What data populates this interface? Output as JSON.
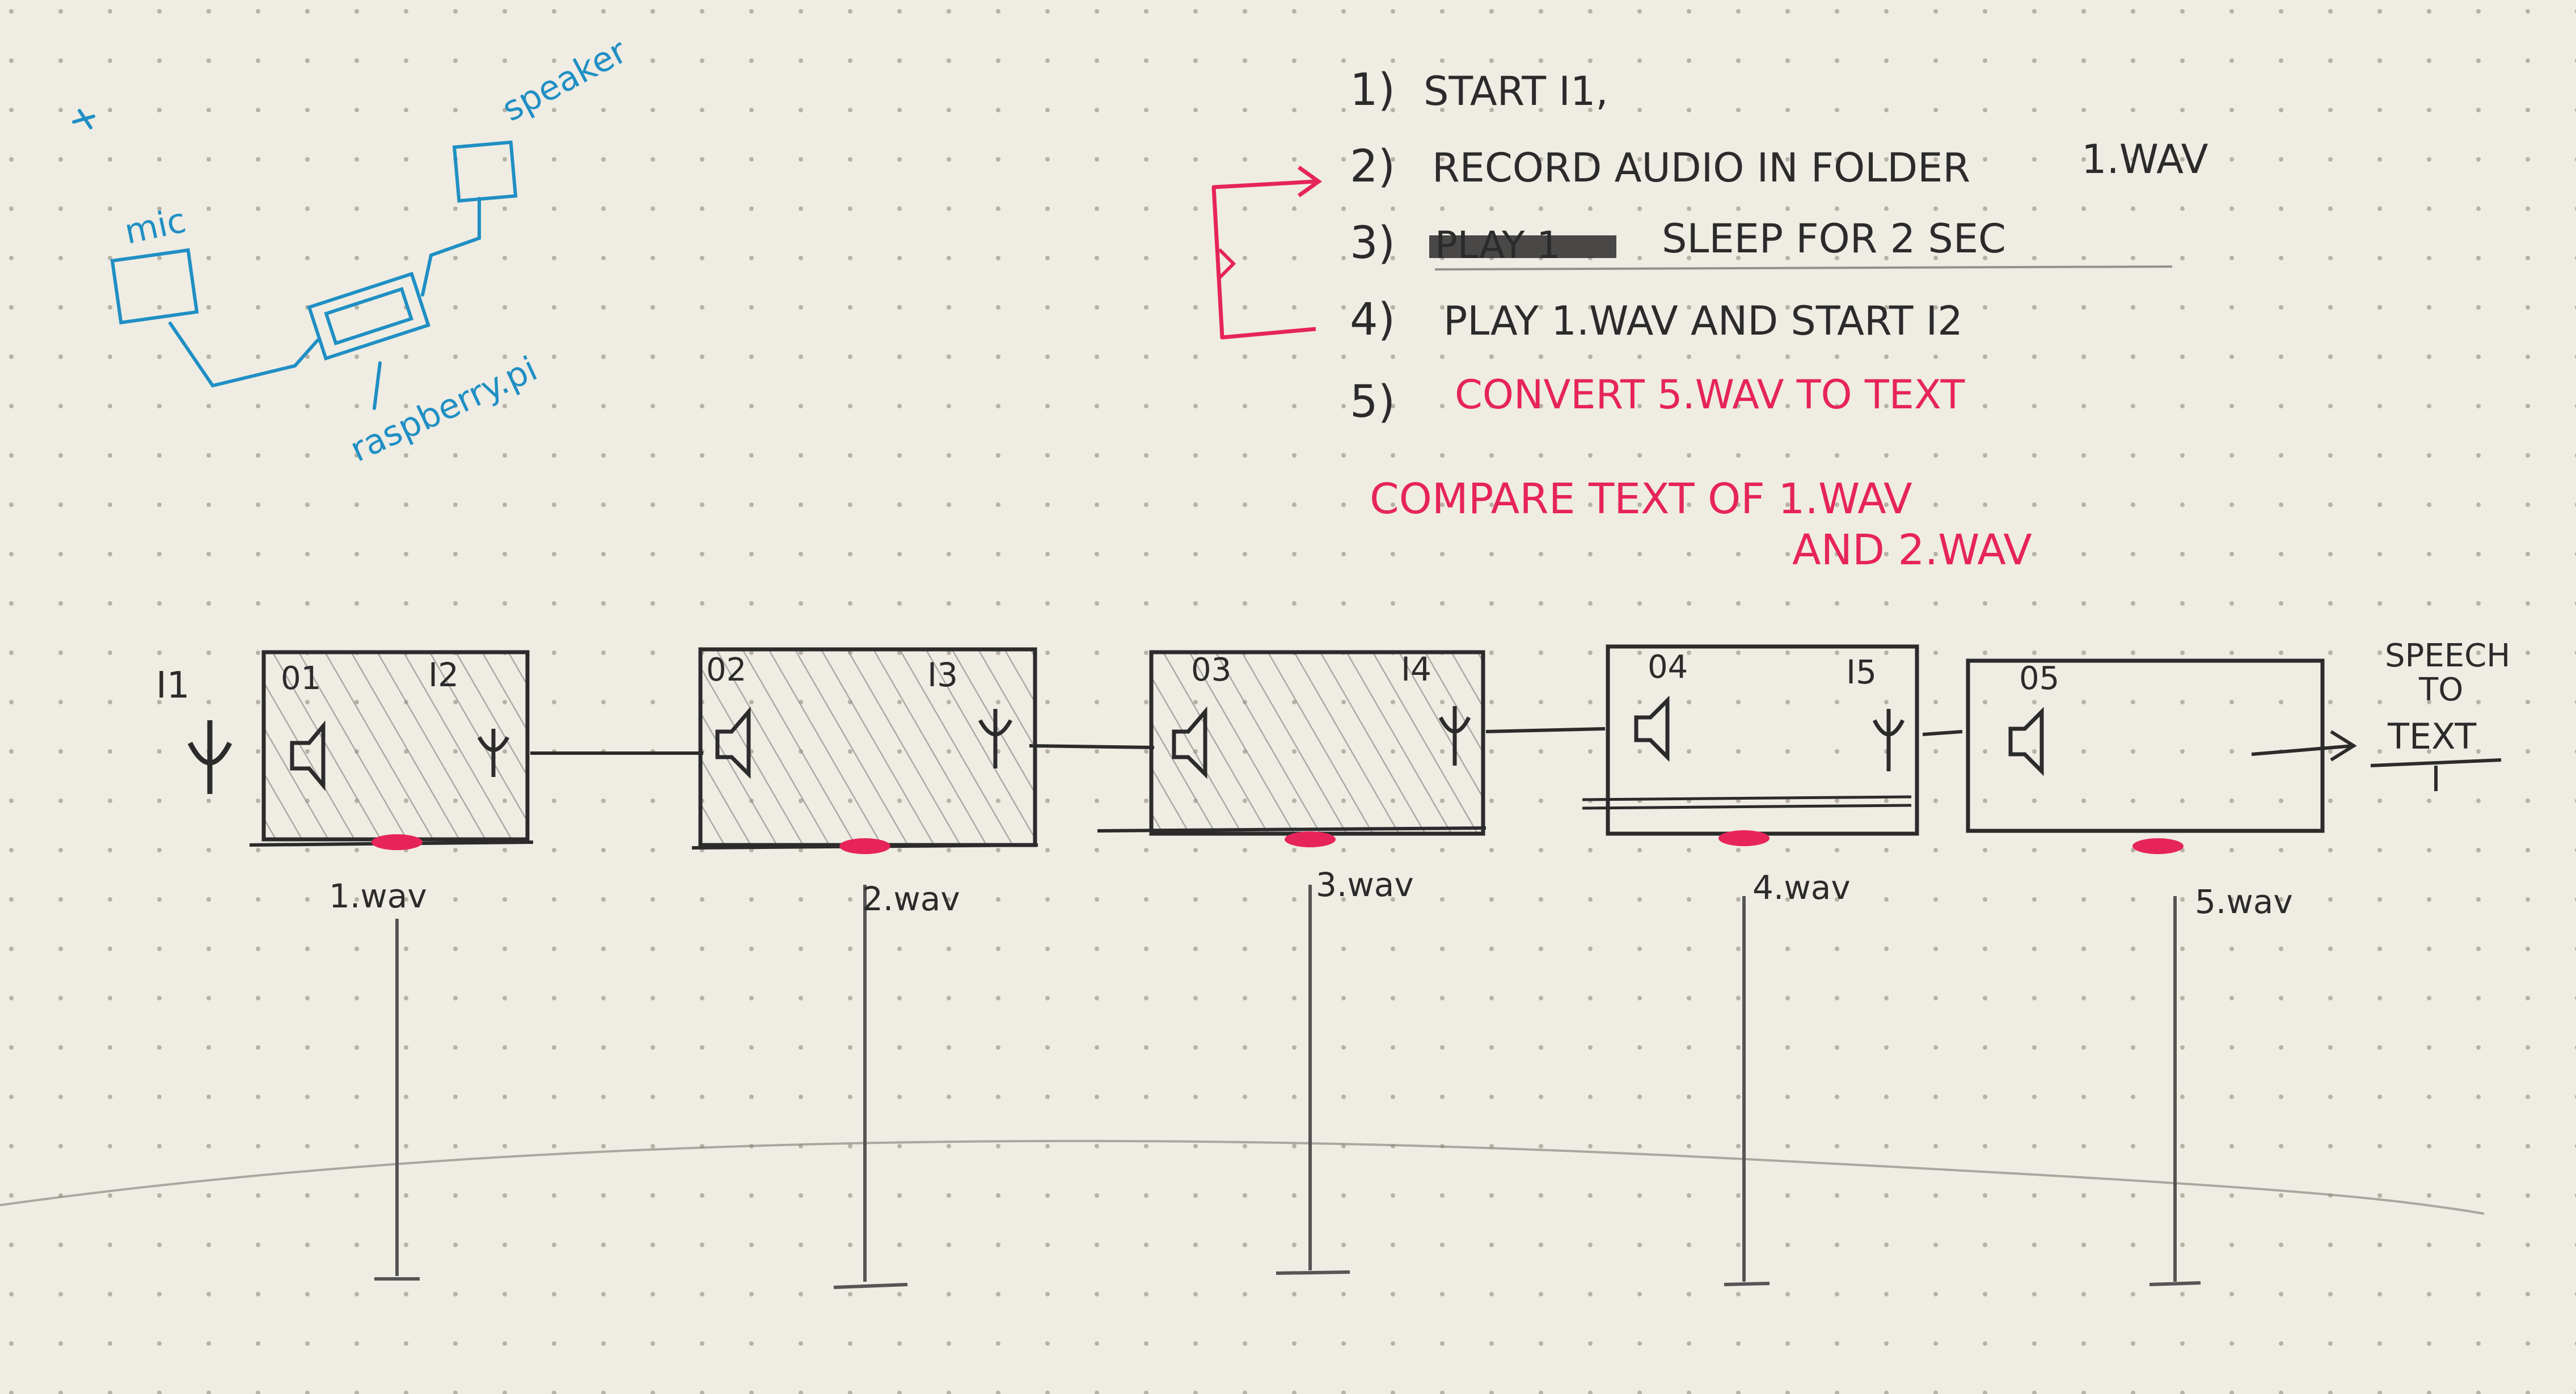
{
  "colors": {
    "paper": "#efece3",
    "dot": "#b7b2a6",
    "pencil": "#2b2b2b",
    "pencil_light": "#555555",
    "blue_ink": "#1f8fc4",
    "pink_ink": "#e6245a",
    "hatch": "#8f8f8f"
  },
  "sketch": {
    "labels": {
      "mic": "mic",
      "speaker": "speaker",
      "raspberry_pi": "raspberry.pi"
    }
  },
  "steps": [
    {
      "number": "1)",
      "text": "START I1,"
    },
    {
      "number": "2)",
      "text": "RECORD AUDIO IN FOLDER",
      "suffix": "1.WAV"
    },
    {
      "number": "3)",
      "struck": "PLAY 1",
      "text": "SLEEP FOR 2 SEC"
    },
    {
      "number": "4)",
      "text": "PLAY 1.WAV AND START I2"
    },
    {
      "number": "5)",
      "text": "CONVERT 5.WAV TO TEXT"
    }
  ],
  "compare": {
    "line1": "COMPARE TEXT OF 1.WAV",
    "line2": "AND 2.WAV"
  },
  "devices": [
    {
      "id": "01",
      "input": "I1",
      "output": "I2",
      "file": "1.wav",
      "shaded": true
    },
    {
      "id": "02",
      "output": "I3",
      "file": "2.wav",
      "shaded": true
    },
    {
      "id": "03",
      "output": "I4",
      "file": "3.wav",
      "shaded": true
    },
    {
      "id": "04",
      "output": "I5",
      "file": "4.wav",
      "shaded": false
    },
    {
      "id": "05",
      "file": "5.wav",
      "shaded": false
    }
  ],
  "output_label": {
    "line1": "SPEECH",
    "line2": "TO",
    "line3": "TEXT"
  }
}
